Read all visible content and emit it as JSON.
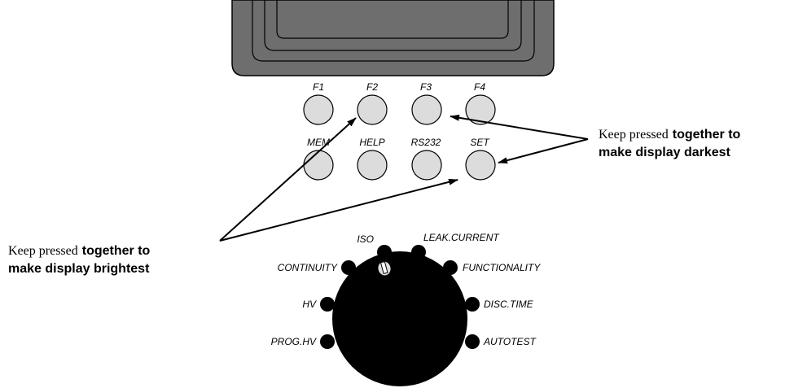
{
  "keys": {
    "row1": [
      "F1",
      "F2",
      "F3",
      "F4"
    ],
    "row2": [
      "MEM",
      "HELP",
      "RS232",
      "SET"
    ]
  },
  "selector": {
    "positions": [
      "ISO",
      "LEAK.CURRENT",
      "CONTINUITY",
      "FUNCTIONALITY",
      "HV",
      "DISC.TIME",
      "PROG.HV",
      "AUTOTEST"
    ]
  },
  "notes": {
    "darkest": {
      "line1_serif": "Keep pressed",
      "line1_sans": "together to",
      "line2": "make display darkest"
    },
    "brightest": {
      "line1_serif": "Keep pressed",
      "line1_sans": "together to",
      "line2": "make display brightest"
    }
  },
  "colors": {
    "display_body": "#6e6e6e",
    "key_fill": "#dcdcdc",
    "dial": "#000000",
    "ink": "#000000"
  }
}
